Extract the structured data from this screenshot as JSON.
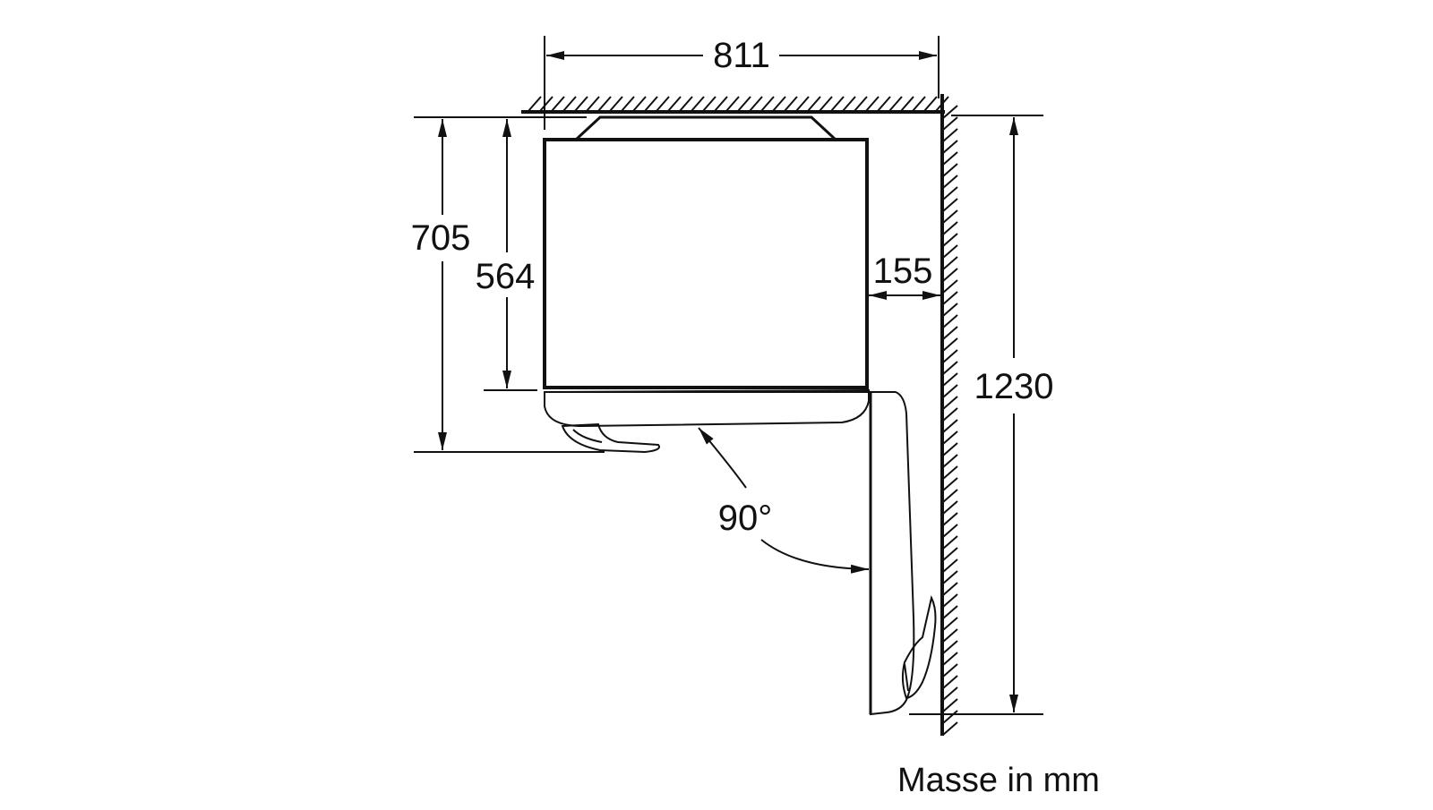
{
  "diagram": {
    "dimensions": {
      "width_total": "811",
      "depth_body": "564",
      "depth_with_door": "705",
      "side_clearance": "155",
      "door_open_depth": "1230",
      "door_angle": "90°"
    },
    "unit_note": "Masse in mm",
    "colors": {
      "line": "#111111",
      "background": "#ffffff"
    }
  }
}
